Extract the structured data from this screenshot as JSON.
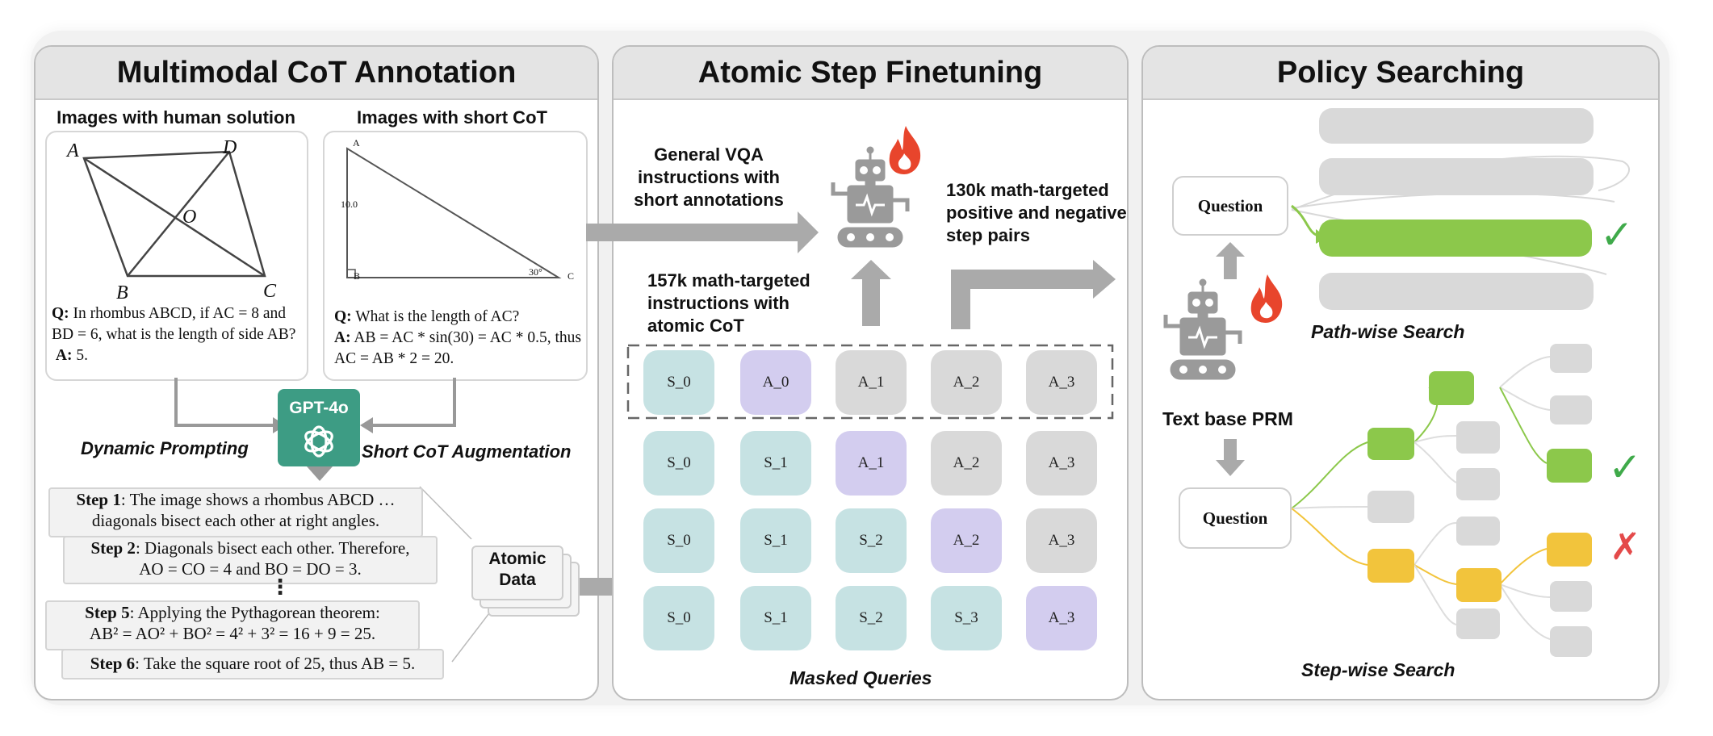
{
  "panels": {
    "annotation": {
      "title": "Multimodal CoT Annotation",
      "left_caption": "Images with human solution",
      "right_caption": "Images with short CoT",
      "left_figure_labels": {
        "a": "A",
        "b": "B",
        "c": "C",
        "d": "D",
        "o": "O"
      },
      "right_figure_labels": {
        "a": "A",
        "b": "B",
        "c": "C",
        "side": "10.0",
        "angle": "30°"
      },
      "left_question_q": "Q:",
      "left_question_text": " In rhombus ABCD, if AC = 8 and BD = 6, what is the length of side AB?",
      "left_answer_a": "A:",
      "left_answer_text": " 5.",
      "right_question_q": "Q:",
      "right_question_text": " What is the length of AC?",
      "right_answer_a": "A:",
      "right_answer_text": " AB = AC * sin(30) = AC * 0.5, thus AC = AB * 2 = 20.",
      "gpt_label": "GPT-4o",
      "dynamic_prompting": "Dynamic Prompting",
      "short_cot_aug": "Short CoT Augmentation",
      "steps": [
        {
          "tag": "Step 1",
          "text": ": The image shows a rhombus ABCD …",
          "text2": "diagonals bisect each other at right angles."
        },
        {
          "tag": "Step 2",
          "text": ": Diagonals bisect each other. Therefore,",
          "text2": "AO = CO = 4 and BO = DO = 3."
        },
        {
          "tag": "Step 5",
          "text": ": Applying the Pythagorean theorem:",
          "text2": "AB² = AO² + BO² = 4² + 3² = 16 + 9 = 25."
        },
        {
          "tag": "Step 6",
          "text": ": Take the square root of 25, thus AB = 5.",
          "text2": ""
        }
      ],
      "ellipsis": "⋮",
      "atomic_data": "Atomic Data"
    },
    "finetune": {
      "title": "Atomic Step Finetuning",
      "general_vqa": "General VQA instructions with short annotations",
      "math_157k": "157k math-targeted instructions with atomic CoT",
      "math_130k": "130k math-targeted positive and negative step pairs",
      "masked_queries": "Masked Queries",
      "rows": [
        [
          {
            "t": "S_0",
            "c": "teal"
          },
          {
            "t": "A_0",
            "c": "purple"
          },
          {
            "t": "A_1",
            "c": "grey"
          },
          {
            "t": "A_2",
            "c": "grey"
          },
          {
            "t": "A_3",
            "c": "grey"
          }
        ],
        [
          {
            "t": "S_0",
            "c": "teal"
          },
          {
            "t": "S_1",
            "c": "teal"
          },
          {
            "t": "A_1",
            "c": "purple"
          },
          {
            "t": "A_2",
            "c": "grey"
          },
          {
            "t": "A_3",
            "c": "grey"
          }
        ],
        [
          {
            "t": "S_0",
            "c": "teal"
          },
          {
            "t": "S_1",
            "c": "teal"
          },
          {
            "t": "S_2",
            "c": "teal"
          },
          {
            "t": "A_2",
            "c": "purple"
          },
          {
            "t": "A_3",
            "c": "grey"
          }
        ],
        [
          {
            "t": "S_0",
            "c": "teal"
          },
          {
            "t": "S_1",
            "c": "teal"
          },
          {
            "t": "S_2",
            "c": "teal"
          },
          {
            "t": "S_3",
            "c": "teal"
          },
          {
            "t": "A_3",
            "c": "purple"
          }
        ]
      ]
    },
    "policy": {
      "title": "Policy Searching",
      "question": "Question",
      "path_wise": "Path-wise Search",
      "text_base_prm": "Text base PRM",
      "step_wise": "Step-wise Search",
      "check": "✓",
      "cross": "✗"
    }
  },
  "colors": {
    "green": "#8cc84b",
    "yellow": "#f2c43c",
    "teal": "#c6e2e3",
    "purple": "#d3cdef",
    "grey": "#d9d9d9",
    "gpt": "#3d9c84",
    "fire": "#e8452c",
    "check": "#3faa4a",
    "cross": "#e44a4a"
  },
  "icons": [
    "robot-icon",
    "fire-icon",
    "openai-icon",
    "check-icon",
    "cross-icon",
    "arrow-icon"
  ]
}
